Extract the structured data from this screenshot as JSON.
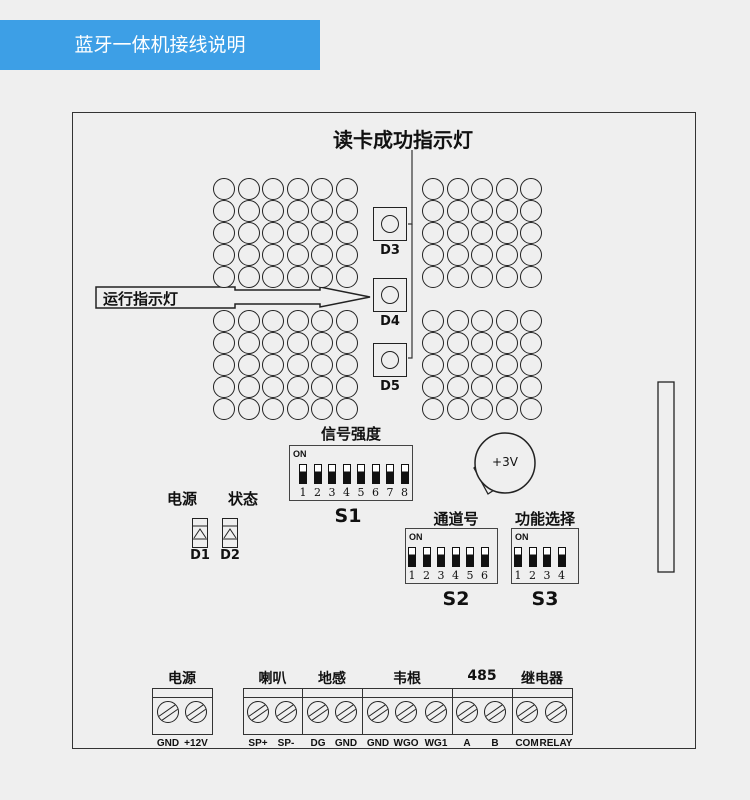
{
  "header": {
    "title": "蓝牙一体机接线说明"
  },
  "board": {
    "success_led_label": "读卡成功指示灯",
    "run_led_label": "运行指示灯",
    "indicators": [
      "D3",
      "D4",
      "D5"
    ],
    "signal": {
      "title": "信号强度",
      "on": "ON",
      "name": "S1",
      "numbers": [
        "1",
        "2",
        "3",
        "4",
        "5",
        "6",
        "7",
        "8"
      ]
    },
    "channel": {
      "title": "通道号",
      "on": "ON",
      "name": "S2",
      "numbers": [
        "1",
        "2",
        "3",
        "4",
        "5",
        "6"
      ]
    },
    "function": {
      "title": "功能选择",
      "on": "ON",
      "name": "S3",
      "numbers": [
        "1",
        "2",
        "3",
        "4"
      ]
    },
    "battery": "+3V",
    "status_leds": {
      "power_label": "电源",
      "state_label": "状态",
      "d1": "D1",
      "d2": "D2"
    },
    "terminals": [
      {
        "title": "电源",
        "pins": [
          "GND",
          "+12V"
        ]
      },
      {
        "title": "喇叭",
        "pins": [
          "SP+",
          "SP-"
        ]
      },
      {
        "title": "地感",
        "pins": [
          "DG",
          "GND"
        ]
      },
      {
        "title": "韦根",
        "pins": [
          "GND",
          "WGO",
          "WG1"
        ]
      },
      {
        "title": "485",
        "pins": [
          "A",
          "B"
        ]
      },
      {
        "title": "继电器",
        "pins": [
          "COM",
          "RELAY"
        ]
      }
    ]
  }
}
